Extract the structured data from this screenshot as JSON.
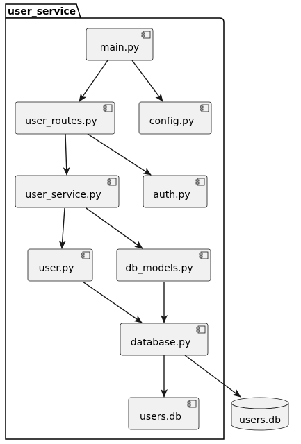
{
  "package": {
    "name": "user_service"
  },
  "components": {
    "main": "main.py",
    "user_routes": "user_routes.py",
    "config": "config.py",
    "user_service": "user_service.py",
    "auth": "auth.py",
    "user": "user.py",
    "db_models": "db_models.py",
    "database": "database.py",
    "users_db_component": "users.db"
  },
  "external": {
    "users_db_database": "users.db"
  },
  "style": {
    "node_fill": "#f1f1f1",
    "node_stroke": "#181818",
    "arrow_color": "#181818"
  }
}
